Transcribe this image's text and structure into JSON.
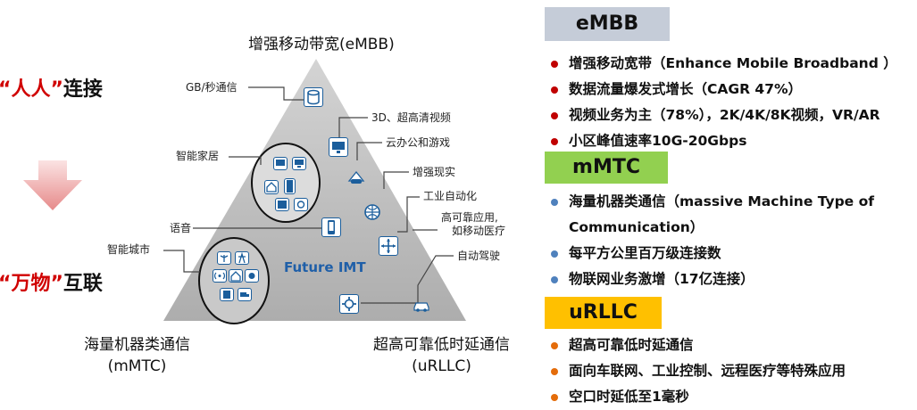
{
  "left": {
    "conn_quote": "“人人”",
    "conn_text": "连接",
    "iot_quote": "“万物”",
    "iot_text": "互联"
  },
  "triangle": {
    "apex_label": "增强移动带宽(eMBB)",
    "center_label": "Future IMT",
    "bottom_left_line1": "海量机器类通信",
    "bottom_left_line2": "(mMTC)",
    "bottom_right_line1": "超高可靠低时延通信",
    "bottom_right_line2": "(uRLLC)",
    "callouts": {
      "gbps": "GB/秒通信",
      "video": "3D、超高清视频",
      "cloud": "云办公和游戏",
      "smart_home": "智能家居",
      "ar": "增强现实",
      "industry": "工业自动化",
      "voice": "语音",
      "reliable_line1": "高可靠应用,",
      "reliable_line2": "如移动医疗",
      "smart_city": "智能城市",
      "autodrive": "自动驾驶"
    },
    "icons": [
      "database-icon",
      "monitor-icon",
      "vr-headset-icon",
      "globe-icon",
      "phone-icon",
      "crossarrow-icon",
      "gear-icon",
      "car-icon"
    ]
  },
  "sections": {
    "embb": {
      "title": "eMBB",
      "bg": "#c5ccd8",
      "bullet_color": "#c00000",
      "items": [
        "增强移动宽带（Enhance Mobile Broadband ）",
        "数据流量爆发式增长（CAGR 47%）",
        "视频业务为主（78%），2K/4K/8K视频，VR/AR",
        "小区峰值速率10G-20Gbps"
      ]
    },
    "mmtc": {
      "title": "mMTC",
      "bg": "#92d050",
      "bullet_color": "#4f81bd",
      "items": [
        "海量机器类通信（massive Machine Type of",
        "Communication）",
        "每平方公里百万级连接数",
        "物联网业务激增（17亿连接）"
      ]
    },
    "urllc": {
      "title": "uRLLC",
      "bg": "#ffc000",
      "bullet_color": "#e46c0a",
      "items": [
        "超高可靠低时延通信",
        "面向车联网、工业控制、远程医疗等特殊应用",
        "空口时延低至1毫秒"
      ]
    }
  }
}
